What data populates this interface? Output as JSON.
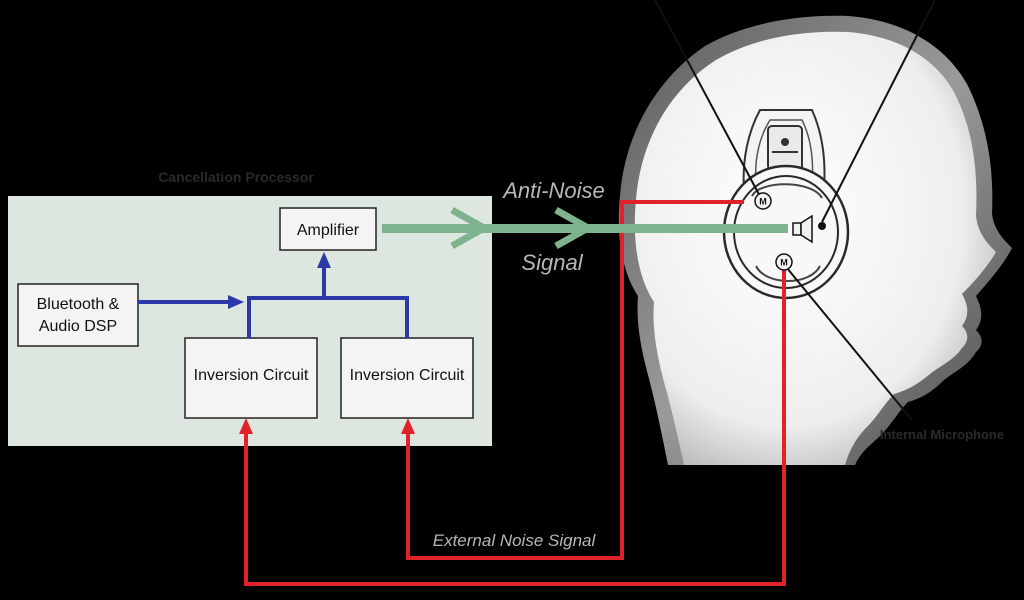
{
  "diagram": {
    "processor_title": "Cancellation Processor",
    "blocks": {
      "amplifier": "Amplifier",
      "bluetooth_line1": "Bluetooth &",
      "bluetooth_line2": "Audio DSP",
      "inversion_left": "Inversion Circuit",
      "inversion_right": "Inversion Circuit"
    },
    "signals": {
      "anti_noise_line1": "Anti-Noise",
      "anti_noise_line2": "Signal",
      "external_noise": "External Noise Signal"
    },
    "head_labels": {
      "internal_microphone": "Internal Microphone"
    },
    "mic_letter": "M",
    "colors": {
      "background": "#000000",
      "processor_panel": "#dde6df",
      "blue_signal": "#2b3aa8",
      "red_signal": "#e0232b",
      "green_signal": "#7fb38e",
      "head_fill": "#f2f2f2"
    }
  }
}
